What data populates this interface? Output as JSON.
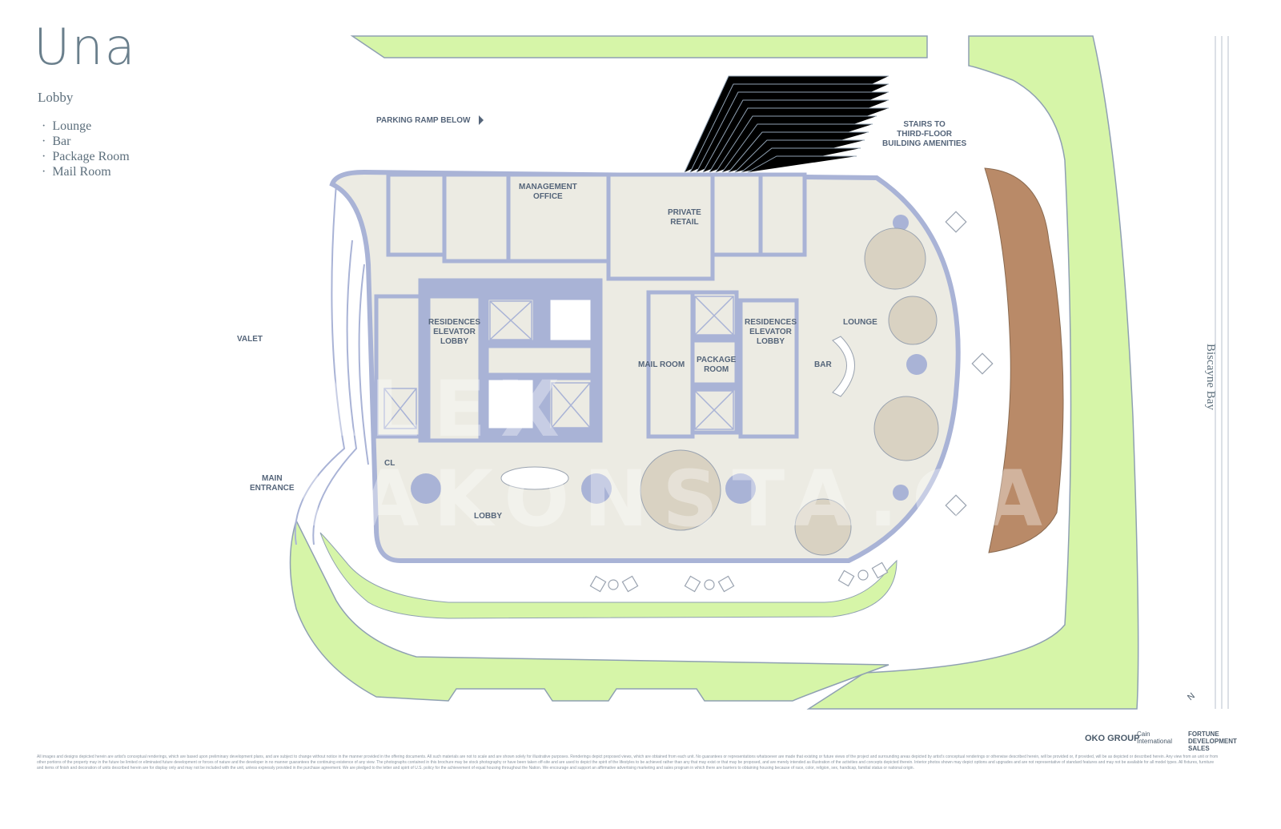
{
  "brand": {
    "title": "Una"
  },
  "floor": {
    "name": "Lobby"
  },
  "amenities": [
    "Lounge",
    "Bar",
    "Package Room",
    "Mail Room"
  ],
  "labels": {
    "parking_ramp": "PARKING RAMP BELOW",
    "stairs": "STAIRS TO\nTHIRD-FLOOR\nBUILDING AMENITIES",
    "management": "MANAGEMENT\nOFFICE",
    "private_retail": "PRIVATE\nRETAIL",
    "res_lobby_left": "RESIDENCES\nELEVATOR\nLOBBY",
    "res_lobby_right": "RESIDENCES\nELEVATOR\nLOBBY",
    "mail_room": "MAIL ROOM",
    "package_room": "PACKAGE\nROOM",
    "bar": "BAR",
    "lounge": "LOUNGE",
    "valet": "VALET",
    "main_entrance": "MAIN\nENTRANCE",
    "cl": "CL",
    "lobby": "LOBBY"
  },
  "side_label": "Biscayne Bay",
  "compass": "N",
  "logos": {
    "oko": "OKO GROUP",
    "cain": "Cain\nInternational",
    "fortune": "FORTUNE\nDEVELOPMENT\nSALES"
  },
  "colors": {
    "wall": "#a9b3d6",
    "floor": "#ecebe3",
    "landscape": "#d6f5a8",
    "deck": "#b98a68",
    "furniture": "#d9d2c2"
  },
  "disclaimer": "All images and designs depicted herein are artist's conceptual renderings, which are based upon preliminary development plans, and are subject to change without notice in the manner provided in the offering documents. All such materials are not to scale and are shown solely for illustrative purposes. Renderings depict proposed views, which are obtained from each unit. No guarantees or representations whatsoever are made that existing or future views of the project and surrounding areas depicted by artist's conceptual renderings or otherwise described herein, will be provided or, if provided, will be as depicted or described herein. Any view from an unit or from other portions of the property may in the future be limited or eliminated future development or forces of nature and the developer in no manner guarantees the continuing existence of any view. The photographs contained in this brochure may be stock photography or have been taken off-site and are used to depict the spirit of the lifestyles to be achieved rather than any that may exist or that may be proposed, and are merely intended as illustration of the activities and concepts depicted therein. Interior photos shown may depict options and upgrades and are not representative of standard features and may not be available for all model types. All fixtures, furniture and items of finish and decoration of units described herein are for display only and may not be included with the unit, unless expressly provided in the purchase agreement. We are pledged to the letter and spirit of U.S. policy for the achievement of equal housing throughout the Nation. We encourage and support an affirmative advertising marketing and sales program in which there are barriers to obtaining housing because of race, color, religion, sex, handicap, familial status or national origin.",
  "watermark": "ALEX LAKONSTA.CA"
}
